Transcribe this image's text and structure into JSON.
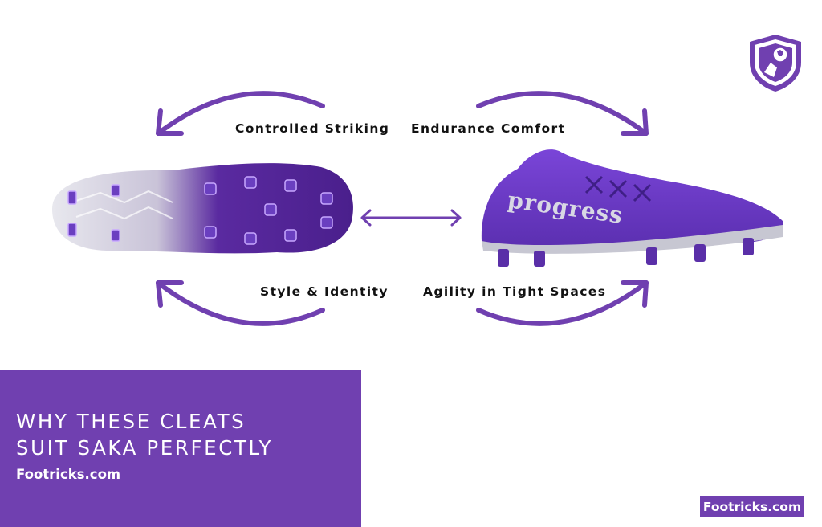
{
  "colors": {
    "accent": "#7040b0",
    "text": "#111111",
    "background": "#ffffff"
  },
  "features": {
    "top_left": "Controlled Striking",
    "top_right": "Endurance Comfort",
    "bottom_left": "Style & Identity",
    "bottom_right": "Agility in Tight Spaces"
  },
  "cleat_side": {
    "brand_text": "progress"
  },
  "panel": {
    "line1": "WHY THESE CLEATS",
    "line2": "SUIT SAKA PERFECTLY",
    "site": "Footricks.com"
  },
  "badge": {
    "label": "Footricks.com"
  },
  "icons": [
    "arrow-curved-icon",
    "double-arrow-icon",
    "shield-crest-icon",
    "football-icon"
  ]
}
